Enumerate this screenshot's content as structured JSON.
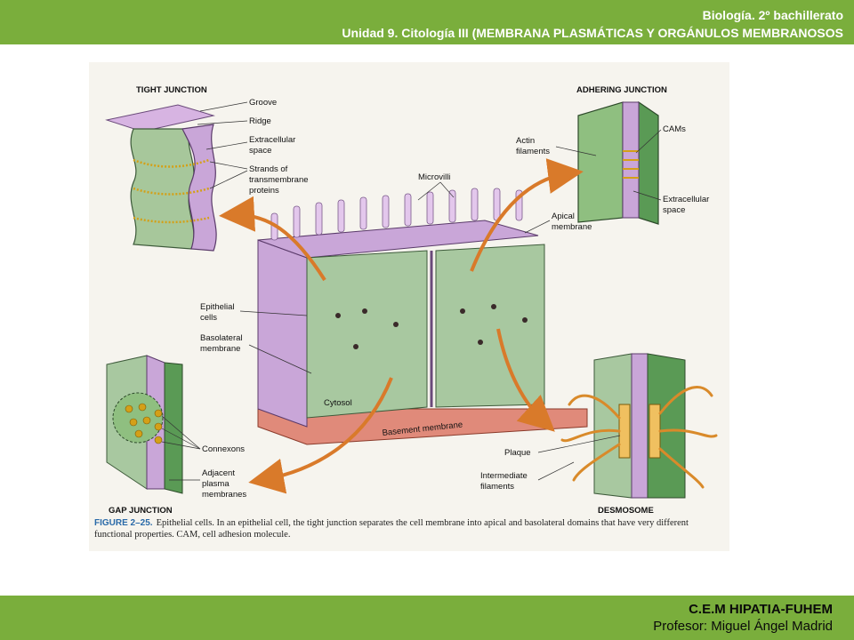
{
  "header": {
    "line1": "Biología. 2º bachillerato",
    "line2": "Unidad 9. Citología III (MEMBRANA PLASMÁTICAS Y ORGÁNULOS MEMBRANOSOS"
  },
  "footer": {
    "line1": "C.E.M HIPATIA-FUHEM",
    "line2": "Profesor: Miguel Ángel Madrid"
  },
  "colors": {
    "bar_green": "#7aae3c",
    "cell_green": "#a8c8a0",
    "membrane_purple": "#c9a6d8",
    "arrow_orange": "#d97a2a",
    "basement_red": "#e08a7a",
    "fig_blue": "#2a6aa8"
  },
  "diagram": {
    "tight_junction": {
      "title": "TIGHT JUNCTION",
      "labels": [
        "Groove",
        "Ridge",
        "Extracellular",
        "space",
        "Strands of",
        "transmembrane",
        "proteins"
      ]
    },
    "adhering_junction": {
      "title": "ADHERING JUNCTION",
      "labels": [
        "Actin",
        "filaments",
        "CAMs",
        "Extracellular",
        "space"
      ]
    },
    "center": {
      "labels": [
        "Microvilli",
        "Apical",
        "membrane",
        "Epithelial",
        "cells",
        "Basolateral",
        "membrane",
        "Cytosol",
        "Basement membrane"
      ]
    },
    "gap_junction": {
      "title": "GAP JUNCTION",
      "labels": [
        "Connexons",
        "Adjacent",
        "plasma",
        "membranes"
      ]
    },
    "desmosome": {
      "title": "DESMOSOME",
      "labels": [
        "Plaque",
        "Intermediate",
        "filaments"
      ]
    }
  },
  "caption": {
    "figure_label": "FIGURE 2–25.",
    "text": "Epithelial cells. In an epithelial cell, the tight junction separates the cell membrane into apical and basolateral domains that have very different functional properties. CAM, cell adhesion molecule."
  }
}
